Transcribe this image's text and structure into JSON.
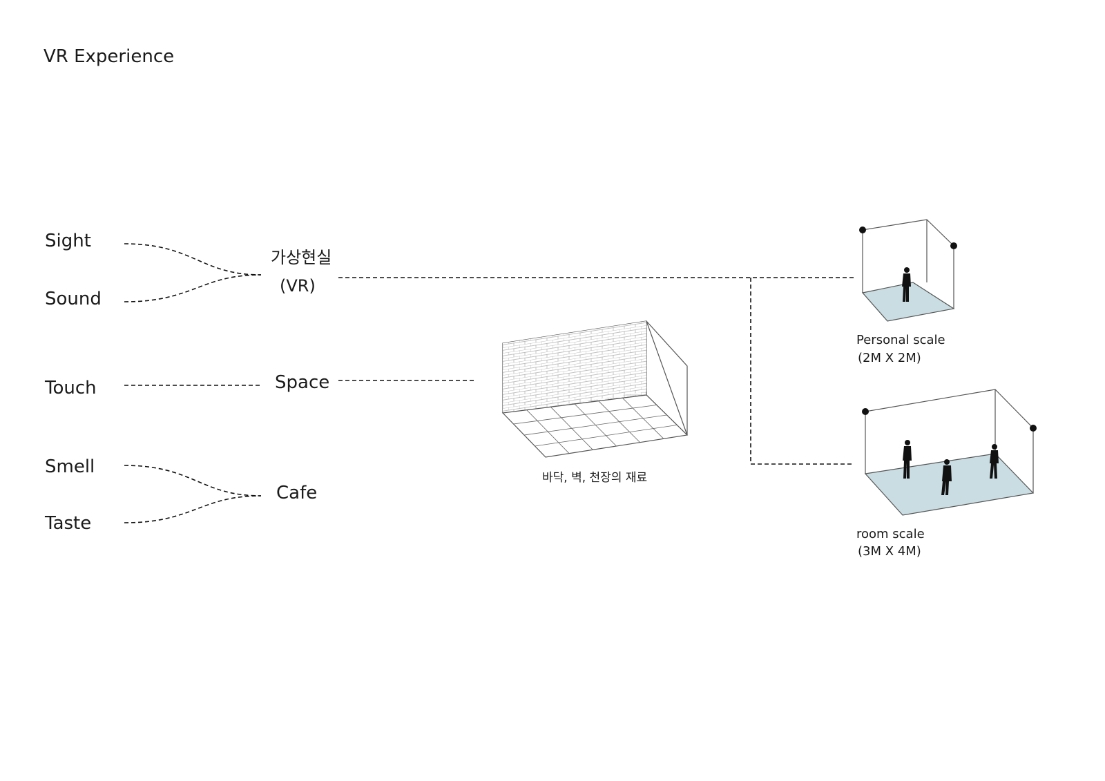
{
  "title": "VR Experience",
  "senses": {
    "sight": "Sight",
    "sound": "Sound",
    "touch": "Touch",
    "smell": "Smell",
    "taste": "Taste"
  },
  "hubs": {
    "vr_korean": "가상현실",
    "vr_abbr": "(VR)",
    "space": "Space",
    "cafe": "Cafe"
  },
  "materials_caption": "바닥, 벽, 천장의 재료",
  "personal_scale": {
    "label": "Personal scale",
    "size": "(2M X 2M)"
  },
  "room_scale": {
    "label": "room scale",
    "size": "(3M X 4M)"
  },
  "colors": {
    "floor_fill": "#c9dde3",
    "line": "#111111",
    "box_edge": "#555555"
  },
  "icons": {
    "sensor": "sensor-dot-icon",
    "person": "person-silhouette-icon"
  }
}
